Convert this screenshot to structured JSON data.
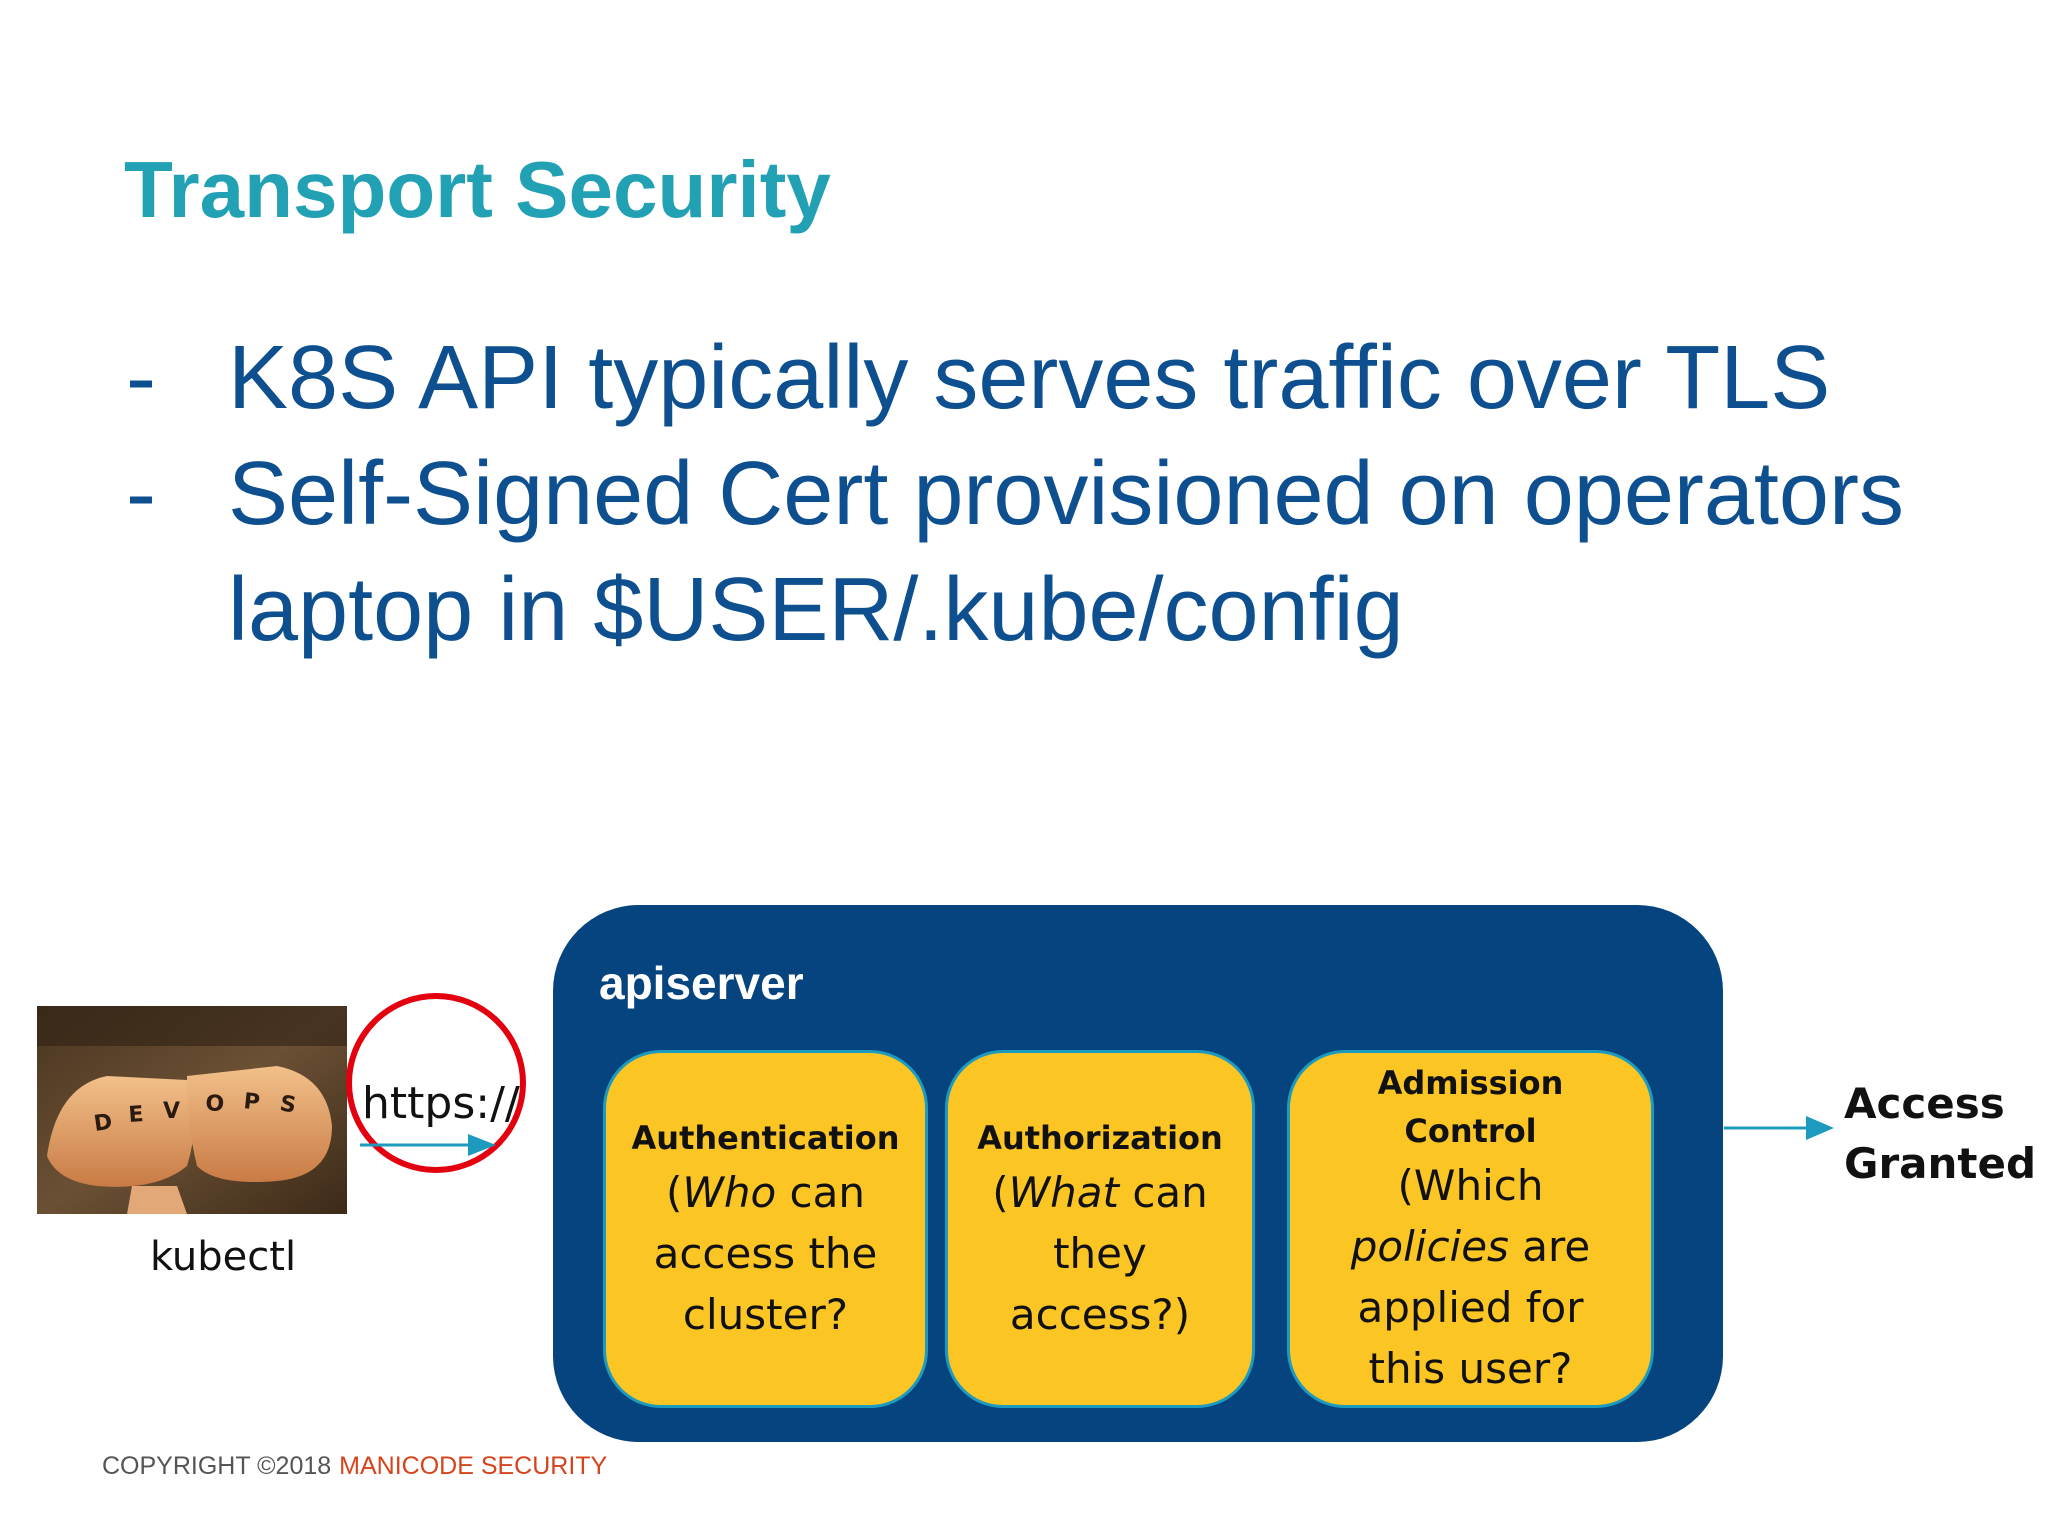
{
  "slide": {
    "title": "Transport Security",
    "bullets": [
      {
        "dash": "-",
        "text": "K8S API typically serves traffic over TLS"
      },
      {
        "dash": "-",
        "text": "Self-Signed Cert provisioned on operators laptop in $USER/.kube/config"
      }
    ]
  },
  "diagram": {
    "client_label": "kubectl",
    "client_photo_text": "DEVOPS",
    "protocol_label": "https://",
    "server_label": "apiserver",
    "stages": [
      {
        "title": "Authentication",
        "pre": "(",
        "italic": "Who",
        "post": " can access the cluster?"
      },
      {
        "title": "Authorization",
        "pre": "(",
        "italic": "What",
        "post": " can they access?)"
      },
      {
        "title": "Admission Control",
        "pre": "(Which ",
        "italic": "policies",
        "post": " are applied for this user?"
      }
    ],
    "result_line1": "Access",
    "result_line2": "Granted"
  },
  "footer": {
    "copyright": "COPYRIGHT ©2018",
    "brand": "MANICODE SECURITY"
  },
  "colors": {
    "title": "#22a0b4",
    "bullet_text": "#0d4f8f",
    "server_box": "#05447f",
    "stage_fill": "#fbc524",
    "arrow": "#1d9bbf",
    "highlight_circle": "#e3000f"
  }
}
